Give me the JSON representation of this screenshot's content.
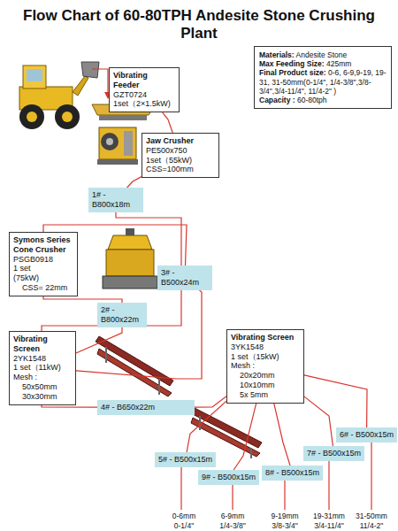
{
  "diagram": {
    "title": "Flow Chart of 60-80TPH Andesite Stone Crushing Plant",
    "nodes": [
      {
        "text": [
          "Materials:",
          "Andesite Stone",
          "Max Feeding Size:",
          "425mm",
          "Final Product size:",
          "0-6, 6-9,9-19, 19-31, 31-50mm(0-1/4\", 1/4-3/8\",3/8-3/4\",3/4-11/4\", 11/4-2\" )",
          "Capacity :",
          "60-80tph"
        ]
      },
      {
        "text": [
          "Vibrating Feeder",
          "GZT0724",
          "1set（2×1.5kW)"
        ]
      },
      {
        "text": [
          "Jaw Crusher",
          "PE500x750",
          "1set（55kW)",
          "CSS=100mm"
        ]
      },
      {
        "text": [
          "1# - B800x18m"
        ]
      },
      {
        "text": [
          "Symons Series Cone Crusher",
          "PSGB0918",
          "1 set",
          "(75kW)",
          "CSS= 22mm"
        ]
      },
      {
        "text": [
          "3# - B500x24m"
        ]
      },
      {
        "text": [
          "2# - B800x22m"
        ]
      },
      {
        "text": [
          "Vibrating Screen",
          "2YK1548",
          "1 set（11kW)",
          "Mesh :",
          "50x50mm",
          "30x30mm"
        ]
      },
      {
        "text": [
          "Vibrating Screen",
          "3YK1548",
          "1 set（15kW)",
          "Mesh :",
          "20x20mm",
          "10x10mm",
          "5x 5mm"
        ]
      },
      {
        "text": [
          "4# - B650x22m"
        ]
      },
      {
        "text": [
          "6# - B500x15m"
        ]
      },
      {
        "text": [
          "7# - B500x15m"
        ]
      },
      {
        "text": [
          "5# - B500x15m"
        ]
      },
      {
        "text": [
          "8# - B500x15m"
        ]
      },
      {
        "text": [
          "9# - B500x15m"
        ]
      }
    ],
    "edges": [
      {
        "from": 1,
        "to": 2,
        "arrow": "none"
      },
      {
        "from": 2,
        "to": 3,
        "arrow": "none"
      },
      {
        "from": 3,
        "to": 7,
        "arrow": "none"
      },
      {
        "from": 4,
        "to": 6,
        "arrow": "none"
      },
      {
        "from": 6,
        "to": 7,
        "arrow": "none"
      },
      {
        "from": 7,
        "to": 5,
        "arrow": "none"
      },
      {
        "from": 5,
        "to": 4,
        "arrow": "none"
      },
      {
        "from": 7,
        "to": 9,
        "arrow": "none"
      },
      {
        "from": 9,
        "to": 8,
        "arrow": "none"
      },
      {
        "from": 8,
        "to": 10,
        "arrow": "none"
      },
      {
        "from": 8,
        "to": 11,
        "arrow": "none"
      },
      {
        "from": 8,
        "to": 12,
        "arrow": "none"
      },
      {
        "from": 8,
        "to": 13,
        "arrow": "none"
      },
      {
        "from": 8,
        "to": 14,
        "arrow": "none"
      }
    ],
    "labels": [
      "0-6mm",
      "6-9mm",
      "9-19mm",
      "19-31mm",
      "31-50mm",
      "0-1/4\"",
      "1/4-3/8\"",
      "3/8-3/4\"",
      "3/4-11/4\"",
      "11/4-2\""
    ]
  }
}
